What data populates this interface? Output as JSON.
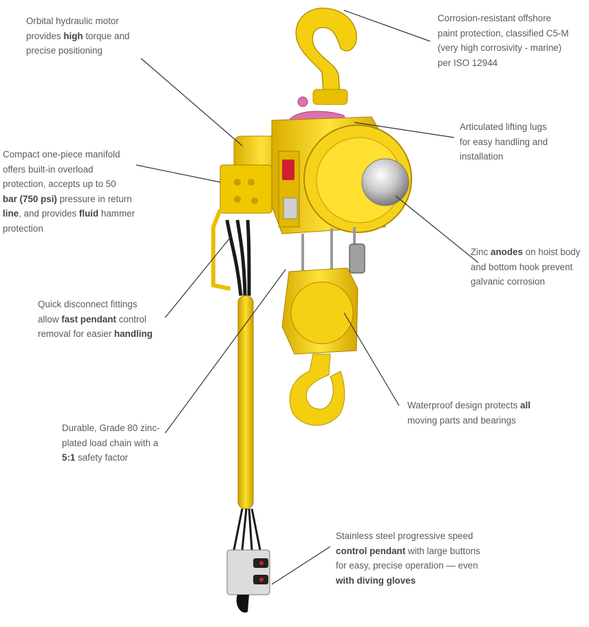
{
  "callouts": [
    {
      "id": "motor",
      "lines": [
        [
          "Orbital hydraulic motor"
        ],
        [
          "provides ",
          {
            "b": "high"
          },
          " torque and"
        ],
        [
          "precise positioning"
        ]
      ]
    },
    {
      "id": "paint",
      "lines": [
        [
          "Corrosion-resistant offshore"
        ],
        [
          "paint protection, classified C5-M"
        ],
        [
          "(very high corrosivity - marine)"
        ],
        [
          "per ISO 12944"
        ]
      ]
    },
    {
      "id": "lugs",
      "lines": [
        [
          "Articulated lifting lugs"
        ],
        [
          "for easy handling and"
        ],
        [
          "installation"
        ]
      ]
    },
    {
      "id": "manifold",
      "lines": [
        [
          "Compact one-piece manifold"
        ],
        [
          "offers built-in overload"
        ],
        [
          "protection, accepts up to 50"
        ],
        [
          {
            "b": "bar (750 psi)"
          },
          " pressure in return"
        ],
        [
          {
            "b": "line"
          },
          ", and provides ",
          {
            "b": "fluid"
          },
          " hammer"
        ],
        [
          "protection"
        ]
      ]
    },
    {
      "id": "anodes",
      "lines": [
        [
          "Zinc ",
          {
            "b": "anodes"
          },
          " on hoist body"
        ],
        [
          "and bottom hook prevent"
        ],
        [
          "galvanic corrosion"
        ]
      ]
    },
    {
      "id": "fittings",
      "lines": [
        [
          "Quick disconnect fittings"
        ],
        [
          "allow ",
          {
            "b": "fast pendant"
          },
          " control"
        ],
        [
          "removal for easier ",
          {
            "b": "handling"
          }
        ]
      ]
    },
    {
      "id": "waterproof",
      "lines": [
        [
          "Waterproof design protects ",
          {
            "b": "all"
          }
        ],
        [
          "moving parts and bearings"
        ]
      ]
    },
    {
      "id": "chain",
      "lines": [
        [
          "Durable, Grade 80 zinc-"
        ],
        [
          "plated load chain with a"
        ],
        [
          {
            "b": "5:1"
          },
          " safety factor"
        ]
      ]
    },
    {
      "id": "pendant",
      "lines": [
        [
          "Stainless steel progressive speed"
        ],
        [
          {
            "b": "control pendant"
          },
          " with large buttons"
        ],
        [
          "for easy, precise operation — even"
        ],
        [
          {
            "b": "with diving gloves"
          }
        ]
      ]
    }
  ],
  "colors": {
    "body_yellow": "#f5d00c",
    "shade_yellow": "#d4a900",
    "lug_pink": "#e070b0",
    "hose_black": "#1a1a1a",
    "text": "#5b5b5b"
  },
  "icons": [
    "lifting-hook-icon",
    "hoist-body-icon",
    "zinc-anode-icon",
    "load-chain-icon",
    "pendant-icon"
  ]
}
